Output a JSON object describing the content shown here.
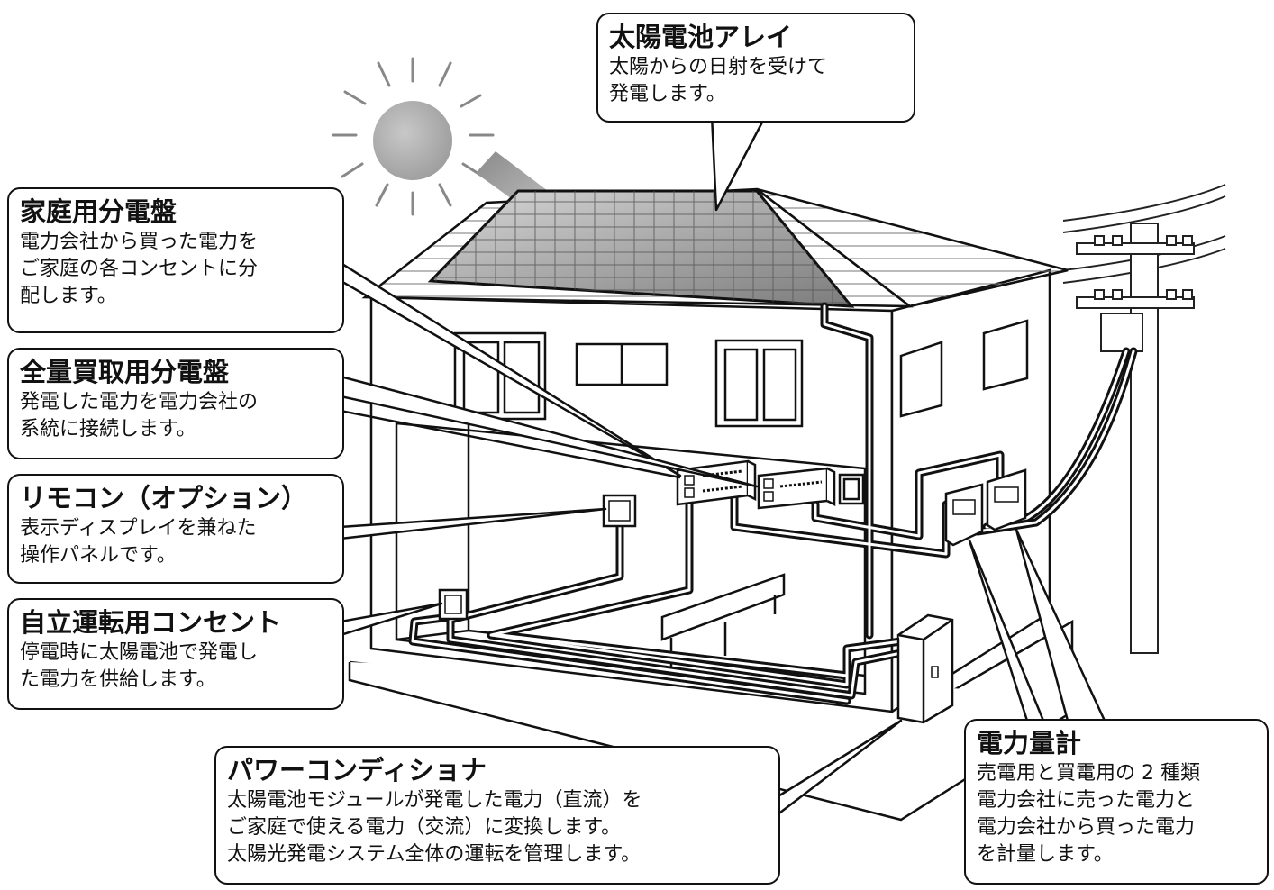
{
  "callouts": {
    "solar_array": {
      "title": "太陽電池アレイ",
      "lines": [
        "太陽からの日射を受けて",
        "発電します。"
      ]
    },
    "home_panel": {
      "title": "家庭用分電盤",
      "lines": [
        "電力会社から買った電力を",
        "ご家庭の各コンセントに分",
        "配します。"
      ]
    },
    "fit_panel": {
      "title": "全量買取用分電盤",
      "lines": [
        "発電した電力を電力会社の",
        "系統に接続します。"
      ]
    },
    "remote": {
      "title": "リモコン（オプション）",
      "lines": [
        "表示ディスプレイを兼ねた",
        "操作パネルです。"
      ]
    },
    "outlet": {
      "title": "自立運転用コンセント",
      "lines": [
        "停電時に太陽電池で発電し",
        "た電力を供給します。"
      ]
    },
    "power_conditioner": {
      "title": "パワーコンディショナ",
      "lines": [
        "太陽電池モジュールが発電した電力（直流）を",
        "ご家庭で使える電力（交流）に変換します。",
        "太陽光発電システム全体の運転を管理します。"
      ]
    },
    "meter": {
      "title": "電力量計",
      "lines": [
        "売電用と買電用の 2 種類",
        "電力会社に売った電力と",
        "電力会社から買った電力",
        "を計量します。"
      ]
    }
  }
}
